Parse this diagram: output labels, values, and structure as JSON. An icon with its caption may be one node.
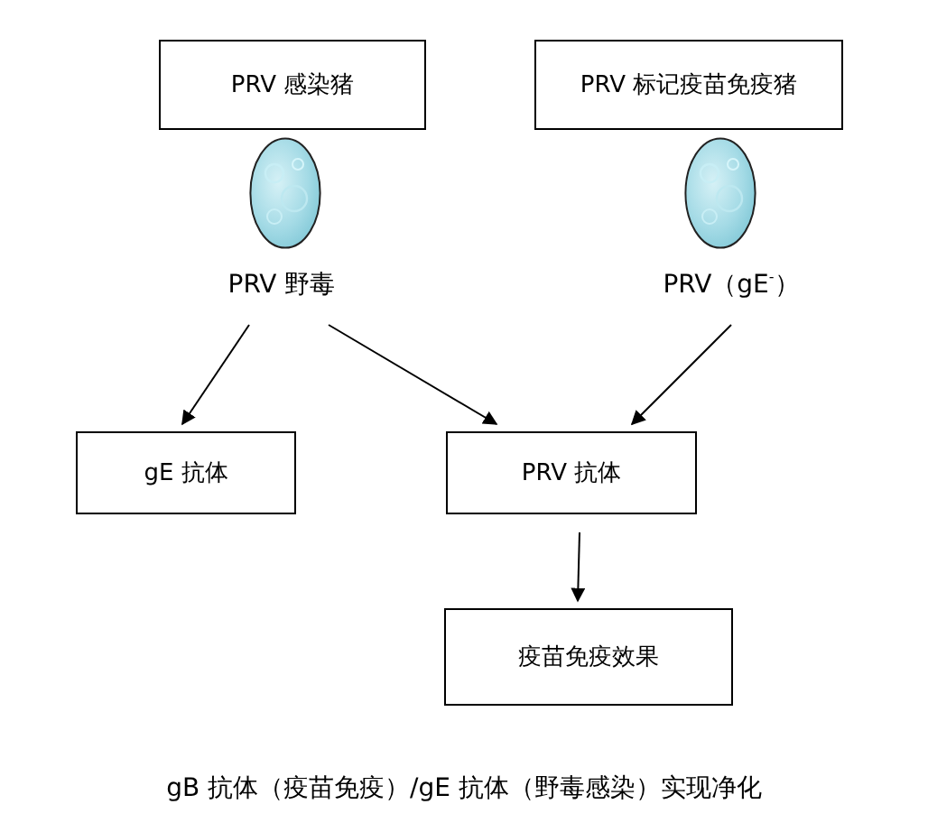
{
  "diagram": {
    "caption": "gB 抗体（疫苗免疫）/gE 抗体（野毒感染）实现净化",
    "nodes": [
      {
        "text": [
          "PRV 感染猪"
        ]
      },
      {
        "text": [
          "PRV 标记疫苗免疫猪"
        ]
      },
      {
        "text": [],
        "shape": "ellipse"
      },
      {
        "text": [],
        "shape": "ellipse"
      },
      {
        "text": [
          "PRV 野毒"
        ]
      },
      {
        "text": [
          "PRV（gE$^{-}$）"
        ]
      },
      {
        "text": [
          "gE 抗体"
        ]
      },
      {
        "text": [
          "PRV 抗体"
        ]
      },
      {
        "text": [
          "疫苗免疫效果"
        ]
      }
    ],
    "edges": [
      {
        "from": 4,
        "to": 6,
        "arrow": "to"
      },
      {
        "from": 4,
        "to": 7,
        "arrow": "to"
      },
      {
        "from": 5,
        "to": 7,
        "arrow": "to"
      },
      {
        "from": 7,
        "to": 8,
        "arrow": "to"
      }
    ]
  }
}
